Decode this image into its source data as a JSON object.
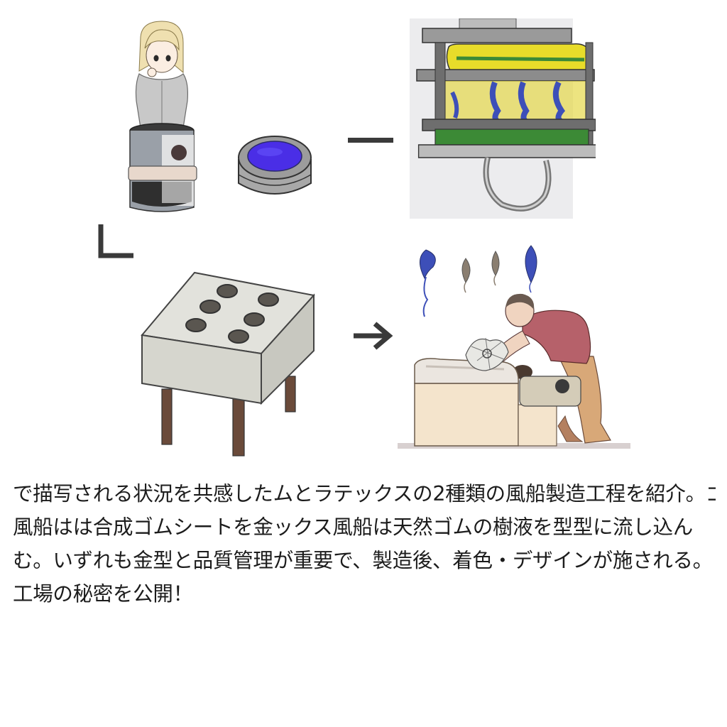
{
  "caption": {
    "lines": [
      "で描写される状況を共感したムとラテックスの2種類の風船製造工程を紹介。ゴム",
      "風船はは合成ゴムシートを金ックス風船は天然ゴムの樹液を型型に流し込ん",
      "む。いずれも金型と品質管理が重要で、製造後、着色・デザインが施される。",
      "工場の秘密を公開！"
    ]
  },
  "colors": {
    "rubber_yellow": "#e8dc2a",
    "rubber_green": "#3c8a36",
    "balloon_blue": "#3d4fb8",
    "dye_purple": "#4a2ee6",
    "machine_gray": "#8c8c8c",
    "workbench_beige": "#f4e4cc",
    "worker_shirt": "#b6616a",
    "arrow_dark": "#3a3a3a"
  }
}
